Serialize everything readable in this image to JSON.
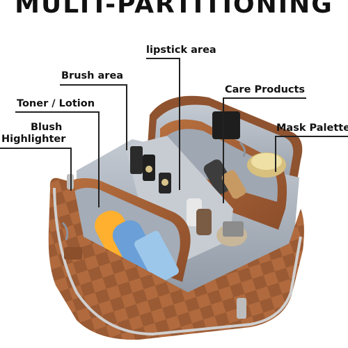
{
  "title": "MULTI-PARTITIONING",
  "labels": {
    "lipstick": "lipstick area",
    "brush": "Brush area",
    "care": "Care Products",
    "toner": "Toner / Lotion",
    "mask": "Mask Palette",
    "blush_line1": "Blush",
    "blush_line2": "Highlighter"
  },
  "colors": {
    "leather": "#a9643a",
    "leather_dark": "#7a4526",
    "lining": "#a9b1bc",
    "zipper": "#c9c9c9"
  }
}
